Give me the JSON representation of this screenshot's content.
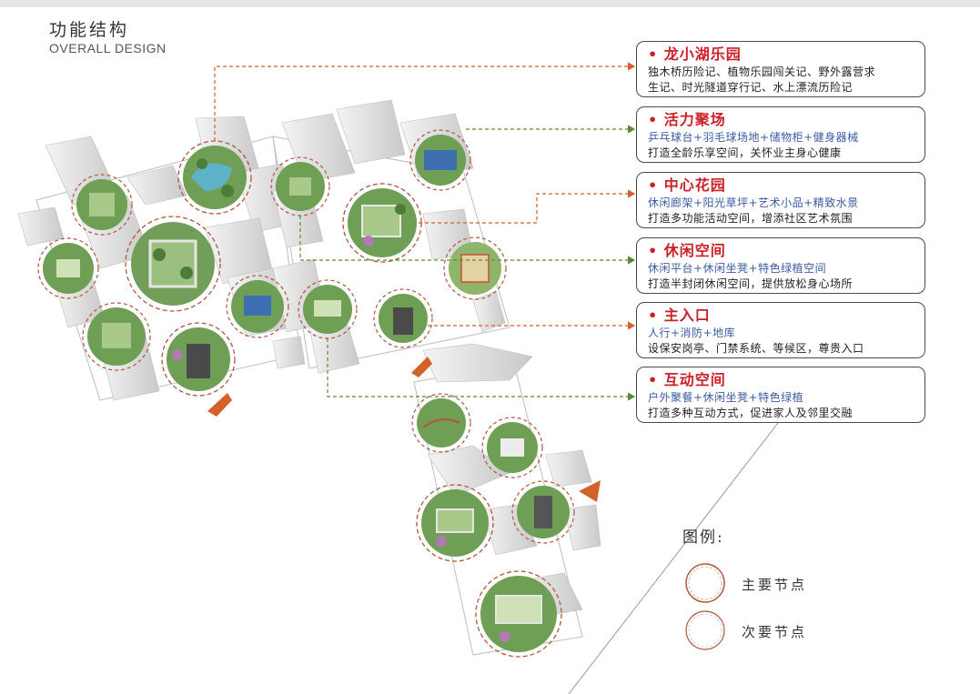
{
  "header": {
    "title_cn": "功能结构",
    "title_en": "OVERALL DESIGN"
  },
  "callouts": [
    {
      "title": "• 龙小湖乐园",
      "line1": "独木桥历险记、植物乐园闯关记、野外露营求",
      "line2": "生记、时光隧道穿行记、水上漂流历险记",
      "line1_color": "dark"
    },
    {
      "title": "• 活力聚场",
      "line1": "乒乓球台+羽毛球场地+储物柜+健身器械",
      "line2": "打造全龄乐享空间，关怀业主身心健康",
      "line1_color": "blue"
    },
    {
      "title": "• 中心花园",
      "line1": "休闲廊架+阳光草坪+艺术小品+精致水景",
      "line2": "打造多功能活动空间，增添社区艺术氛围",
      "line1_color": "blue"
    },
    {
      "title": "• 休闲空间",
      "line1": "休闲平台+休闲坐凳+特色绿植空间",
      "line2": "打造半封闭休闲空间，提供放松身心场所",
      "line1_color": "blue"
    },
    {
      "title": "• 主入口",
      "line1": "人行+消防+地库",
      "line2": "设保安岗亭、门禁系统、等候区，尊贵入口",
      "line1_color": "blue"
    },
    {
      "title": "• 互动空间",
      "line1": "户外聚餐+休闲坐凳+特色绿植",
      "line2": "打造多种互动方式，促进家人及邻里交融",
      "line1_color": "blue"
    }
  ],
  "legend": {
    "title": "图例:",
    "items": [
      {
        "label": "主要节点"
      },
      {
        "label": "次要节点"
      }
    ]
  },
  "colors": {
    "accent_red": "#cc1f27",
    "blue_text": "#3a5ba6",
    "orange_connector": "#d0622a",
    "green_connector": "#5a8a3a",
    "node_ring": "#b0563a"
  }
}
